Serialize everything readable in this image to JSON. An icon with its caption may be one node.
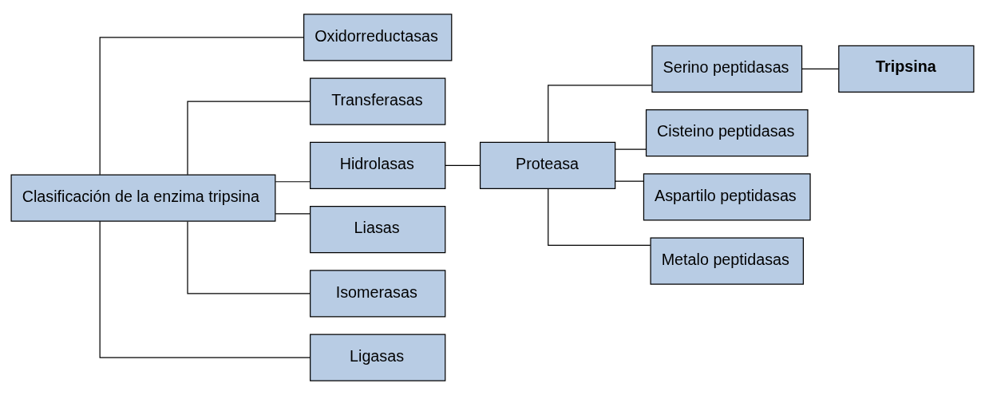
{
  "diagram": {
    "nodes": [
      {
        "text": [
          "Clasificación de la enzima tripsina"
        ]
      },
      {
        "text": [
          "Oxidorreductasas"
        ]
      },
      {
        "text": [
          "Transferasas"
        ]
      },
      {
        "text": [
          "Hidrolasas"
        ]
      },
      {
        "text": [
          "Liasas"
        ]
      },
      {
        "text": [
          "Isomerasas"
        ]
      },
      {
        "text": [
          "Ligasas"
        ]
      },
      {
        "text": [
          "Proteasa"
        ]
      },
      {
        "text": [
          "Serino peptidasas"
        ]
      },
      {
        "text": [
          "Cisteino peptidasas"
        ]
      },
      {
        "text": [
          "Aspartilo peptidasas"
        ]
      },
      {
        "text": [
          "Metalo peptidasas"
        ]
      },
      {
        "text": [
          "Tripsina"
        ]
      }
    ],
    "edges": [
      {
        "from": 0,
        "to": 1,
        "arrow": "none"
      },
      {
        "from": 0,
        "to": 2,
        "arrow": "none"
      },
      {
        "from": 0,
        "to": 3,
        "arrow": "none"
      },
      {
        "from": 0,
        "to": 4,
        "arrow": "none"
      },
      {
        "from": 0,
        "to": 5,
        "arrow": "none"
      },
      {
        "from": 0,
        "to": 6,
        "arrow": "none"
      },
      {
        "from": 3,
        "to": 7,
        "arrow": "none"
      },
      {
        "from": 7,
        "to": 8,
        "arrow": "none"
      },
      {
        "from": 7,
        "to": 9,
        "arrow": "none"
      },
      {
        "from": 7,
        "to": 10,
        "arrow": "none"
      },
      {
        "from": 7,
        "to": 11,
        "arrow": "none"
      },
      {
        "from": 8,
        "to": 12,
        "arrow": "none"
      }
    ]
  }
}
